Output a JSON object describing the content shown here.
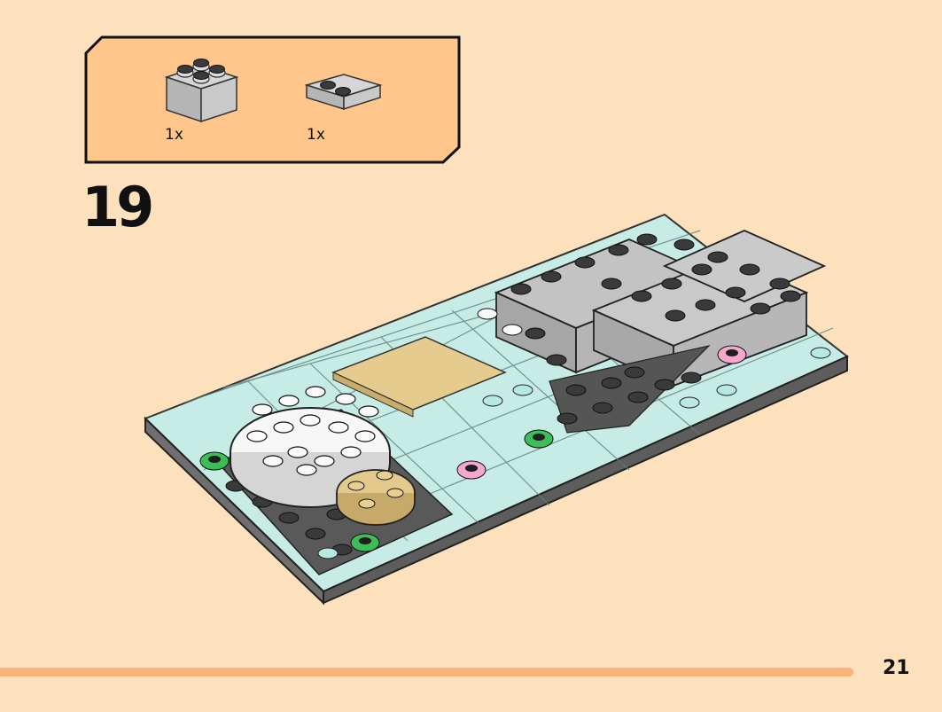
{
  "parts_list": {
    "items": [
      {
        "icon": "brick-2x2-gray-icon",
        "quantity": "1x",
        "color": "#c4c4c4"
      },
      {
        "icon": "plate-2x2-gray-icon",
        "quantity": "1x",
        "color": "#c4c4c4"
      }
    ],
    "background": "#fec68a"
  },
  "step": {
    "number": "19"
  },
  "page": {
    "number": "21"
  },
  "colors": {
    "page_background": "#fde1bd",
    "progress_bar": "#fbb37c",
    "trans_light_blue": "#b7e9e3",
    "dark_gray": "#4a4a4a",
    "light_gray": "#bcbcbc",
    "tan": "#e5cc8e",
    "bright_pink": "#f5a8cc",
    "green": "#3dbd58"
  }
}
